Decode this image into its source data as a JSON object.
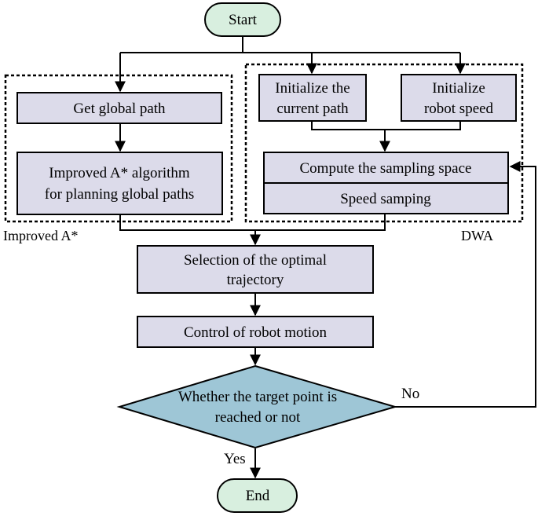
{
  "colors": {
    "terminal_fill": "#d8efdf",
    "process_fill": "#dcdbea",
    "decision_fill": "#9ec6d6",
    "stroke": "#000000"
  },
  "nodes": {
    "start": "Start",
    "get_global_path": "Get global path",
    "improved_astar_line1": "Improved A* algorithm",
    "improved_astar_line2": "for planning global paths",
    "init_path_line1": "Initialize the",
    "init_path_line2": "current path",
    "init_speed_line1": "Initialize",
    "init_speed_line2": "robot speed",
    "compute_sampling": "Compute the sampling space",
    "speed_sampling": "Speed samping",
    "selection_line1": "Selection of the optimal",
    "selection_line2": "trajectory",
    "control": "Control of robot motion",
    "decision_line1": "Whether the target point is",
    "decision_line2": "reached or not",
    "end": "End"
  },
  "groups": {
    "improved_astar": "Improved A*",
    "dwa": "DWA"
  },
  "edges": {
    "no": "No",
    "yes": "Yes"
  }
}
